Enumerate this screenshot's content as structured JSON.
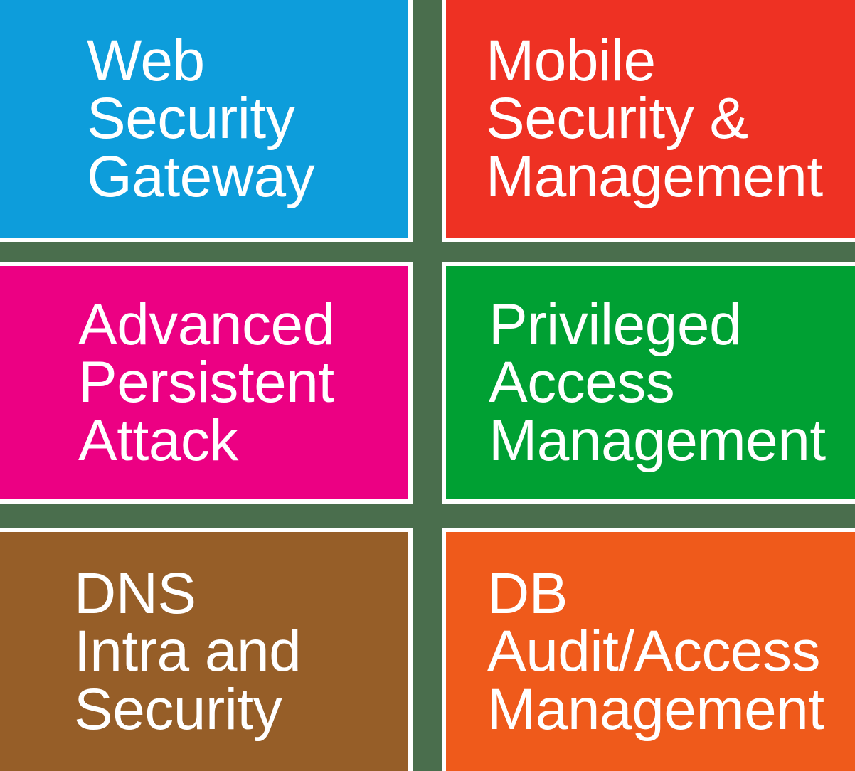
{
  "background": {
    "color": "#4a6e4d",
    "border_color": "#ffffff"
  },
  "grid": {
    "columns": 2,
    "rows": 3
  },
  "tiles": [
    {
      "id": "web-security-gateway",
      "label": "Web\nSecurity\nGateway",
      "color": "#0d9ddb",
      "row": 1,
      "column": 1
    },
    {
      "id": "mobile-security-management",
      "label": "Mobile\nSecurity &\nManagement",
      "color": "#ee3123",
      "row": 1,
      "column": 2
    },
    {
      "id": "advanced-persistent-attack",
      "label": "Advanced\nPersistent\nAttack",
      "color": "#ec0083",
      "row": 2,
      "column": 1
    },
    {
      "id": "privileged-access-management",
      "label": "Privileged\nAccess\nManagement",
      "color": "#00a033",
      "row": 2,
      "column": 2
    },
    {
      "id": "dns-intra-security",
      "label": "DNS\nIntra and\nSecurity",
      "color": "#965e28",
      "row": 3,
      "column": 1
    },
    {
      "id": "db-audit-access-management",
      "label": "DB\nAudit/Access\nManagement",
      "color": "#ef5a1b",
      "row": 3,
      "column": 2
    }
  ]
}
